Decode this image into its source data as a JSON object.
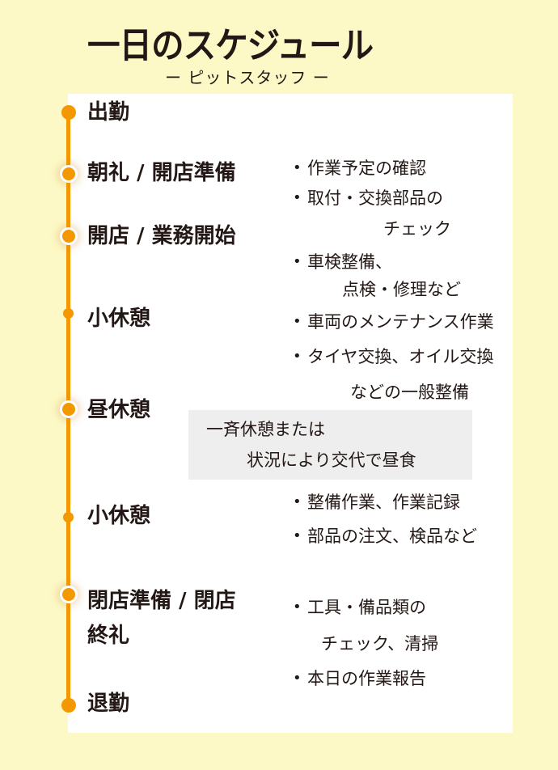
{
  "header": {
    "title": "一日のスケジュール",
    "subtitle": "ー ピットスタッフ ー"
  },
  "colors": {
    "background": "#fdf9c6",
    "panel": "#ffffff",
    "accent": "#f39800",
    "text": "#231815",
    "note_box": "#eeeeee"
  },
  "timeline": {
    "steps": [
      {
        "label": "出勤",
        "dot": "solid-big"
      },
      {
        "label": "朝礼 / 開店準備",
        "dot": "ring"
      },
      {
        "label": "開店 / 業務開始",
        "dot": "ring"
      },
      {
        "label": "小休憩",
        "dot": "solid-small"
      },
      {
        "label": "昼休憩",
        "dot": "ring"
      },
      {
        "label": "小休憩",
        "dot": "solid-small"
      },
      {
        "label_line1": "閉店準備 / 閉店",
        "label_line2": "終礼",
        "dot": "ring"
      },
      {
        "label": "退勤",
        "dot": "solid-big"
      }
    ]
  },
  "notes": {
    "bullet": "•",
    "morning": [
      {
        "line1": "作業予定の確認"
      },
      {
        "line1": "取付・交換部品の",
        "line2": "チェック"
      },
      {
        "line1": "車検整備、",
        "line2": "点検・修理など"
      },
      {
        "line1": "車両のメンテナンス作業"
      },
      {
        "line1": "タイヤ交換、オイル交換",
        "line2": "などの一般整備"
      }
    ],
    "lunch": {
      "line1": "一斉休憩または",
      "line2": "状況により交代で昼食"
    },
    "afternoon": [
      {
        "line1": "整備作業、作業記録"
      },
      {
        "line1": "部品の注文、検品など"
      }
    ],
    "closing": [
      {
        "line1": "工具・備品類の",
        "line2": "チェック、清掃"
      },
      {
        "line1": "本日の作業報告"
      }
    ]
  }
}
